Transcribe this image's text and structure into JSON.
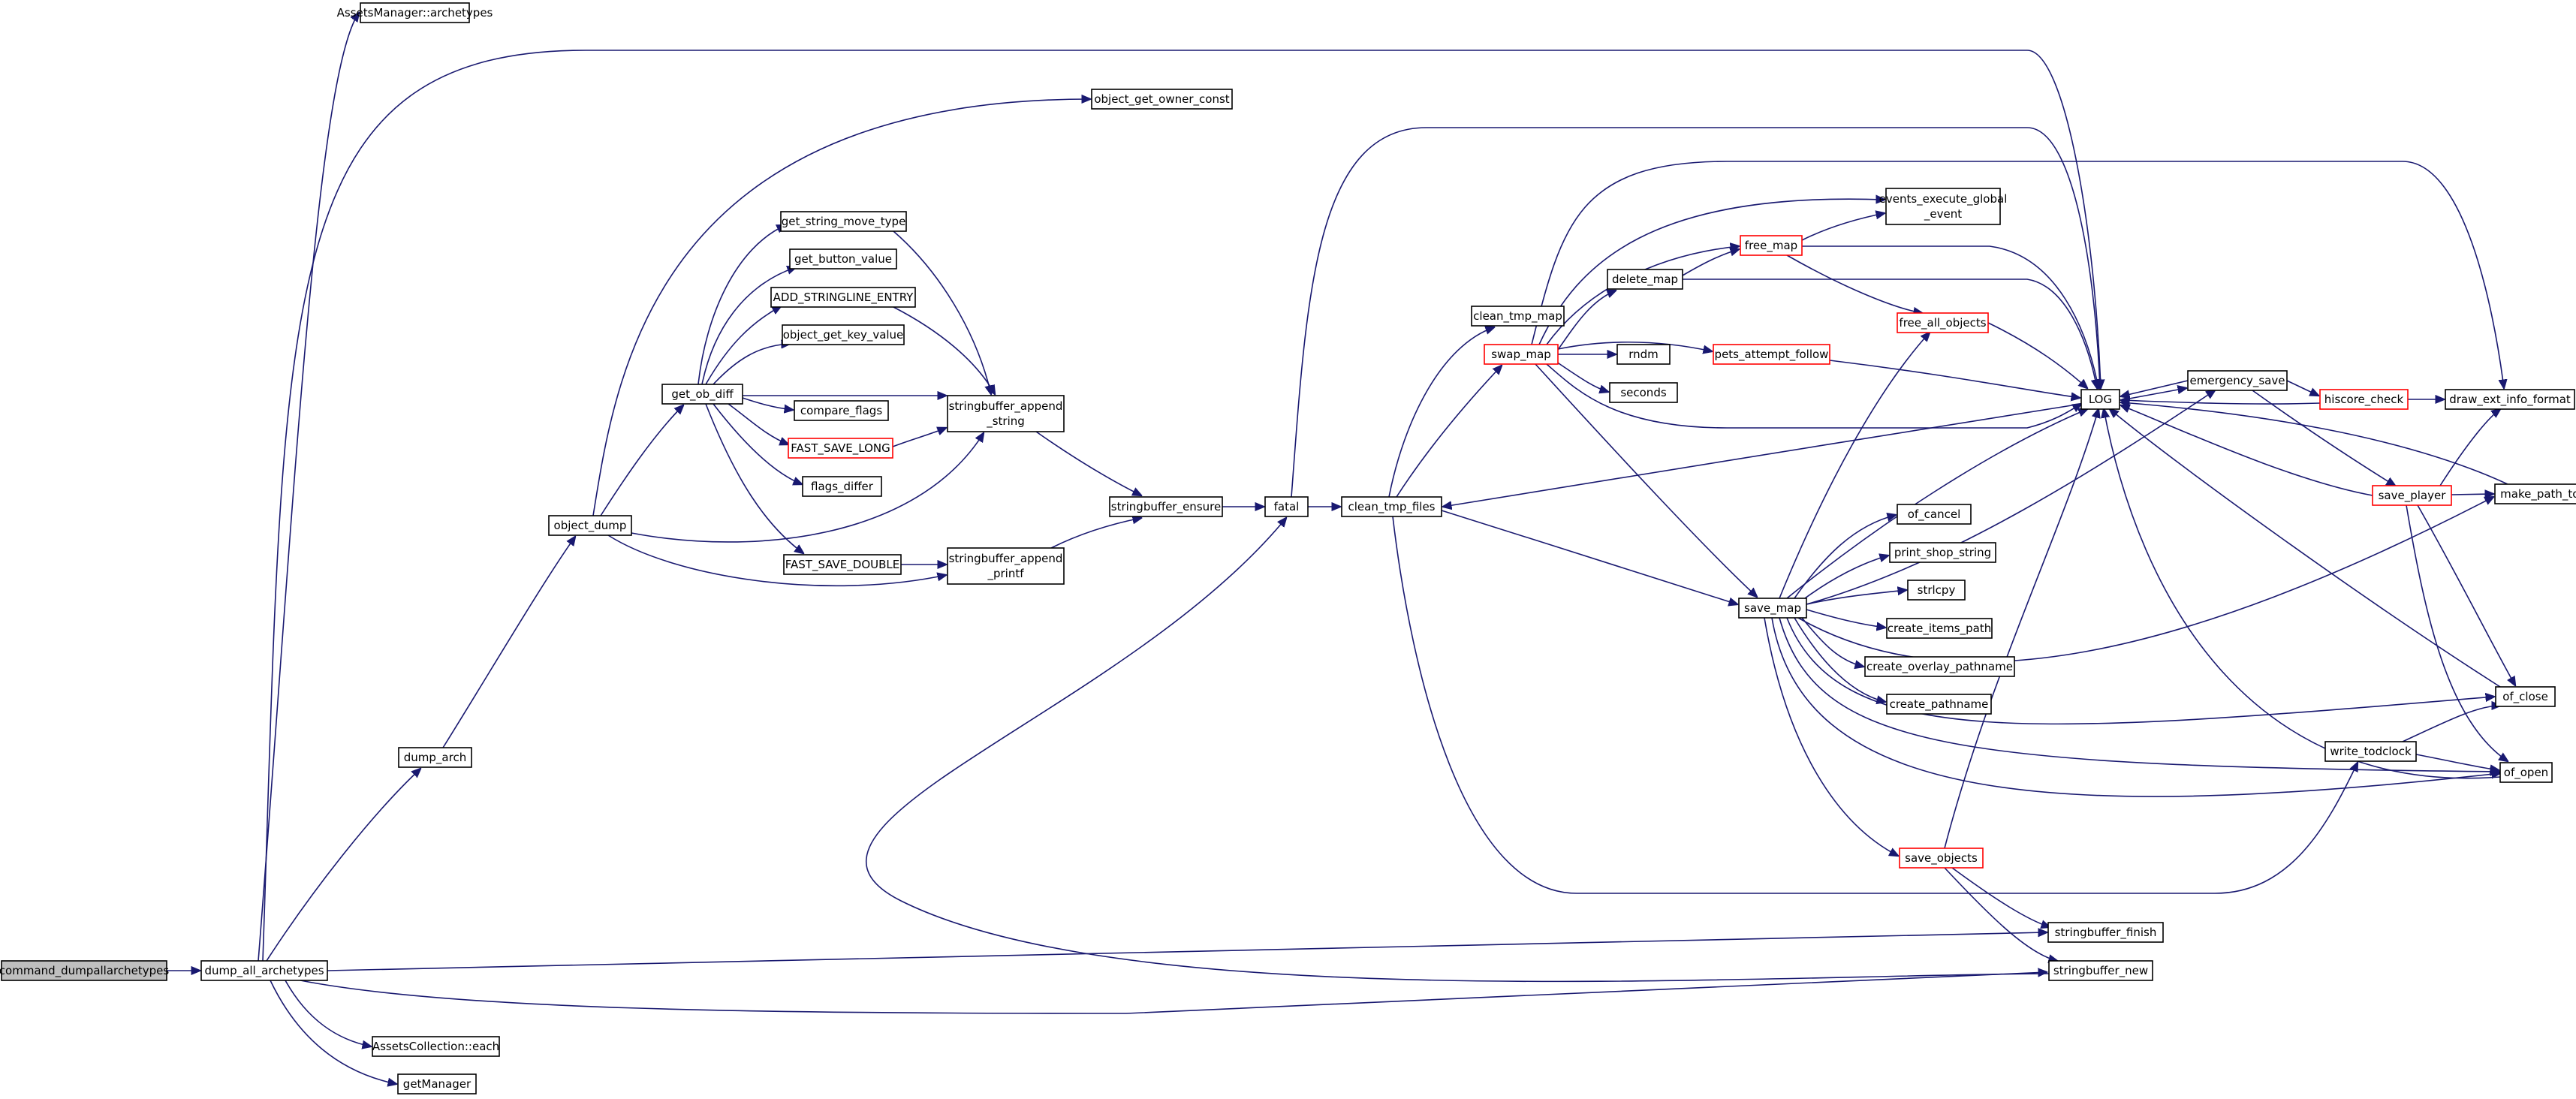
{
  "diagram": {
    "edge_color": "#191970",
    "truncated_border_color": "#ff0000",
    "root_fill": "#bfbfbf",
    "nodes": [
      {
        "id": "n_cmd",
        "label": "command_dumpallarchetypes",
        "root": true
      },
      {
        "id": "n_dump_all",
        "label": "dump_all_archetypes"
      },
      {
        "id": "n_assets_arch",
        "label": "AssetsManager::archetypes"
      },
      {
        "id": "n_dump_arch",
        "label": "dump_arch"
      },
      {
        "id": "n_object_dump",
        "label": "object_dump"
      },
      {
        "id": "n_owner_const",
        "label": "object_get_owner_const"
      },
      {
        "id": "n_get_ob_diff",
        "label": "get_ob_diff"
      },
      {
        "id": "n_get_string_move",
        "label": "get_string_move_type"
      },
      {
        "id": "n_get_button",
        "label": "get_button_value"
      },
      {
        "id": "n_add_stringline",
        "label": "ADD_STRINGLINE_ENTRY"
      },
      {
        "id": "n_get_key_value",
        "label": "object_get_key_value"
      },
      {
        "id": "n_compare_flags",
        "label": "compare_flags"
      },
      {
        "id": "n_fast_save_long",
        "label": "FAST_SAVE_LONG",
        "truncated": true
      },
      {
        "id": "n_flags_differ",
        "label": "flags_differ"
      },
      {
        "id": "n_fast_save_double",
        "label": "FAST_SAVE_DOUBLE"
      },
      {
        "id": "n_sb_append_string",
        "lines": [
          "stringbuffer_append",
          "_string"
        ]
      },
      {
        "id": "n_sb_append_printf",
        "lines": [
          "stringbuffer_append",
          "_printf"
        ]
      },
      {
        "id": "n_sb_ensure",
        "label": "stringbuffer_ensure"
      },
      {
        "id": "n_fatal",
        "label": "fatal"
      },
      {
        "id": "n_clean_tmp_files",
        "label": "clean_tmp_files"
      },
      {
        "id": "n_clean_tmp_map",
        "label": "clean_tmp_map"
      },
      {
        "id": "n_swap_map",
        "label": "swap_map",
        "truncated": true
      },
      {
        "id": "n_delete_map",
        "label": "delete_map"
      },
      {
        "id": "n_free_map",
        "label": "free_map",
        "truncated": true
      },
      {
        "id": "n_rndm",
        "label": "rndm"
      },
      {
        "id": "n_seconds",
        "label": "seconds"
      },
      {
        "id": "n_pets_follow",
        "label": "pets_attempt_follow",
        "truncated": true
      },
      {
        "id": "n_events",
        "lines": [
          "events_execute_global",
          "_event"
        ]
      },
      {
        "id": "n_free_all",
        "label": "free_all_objects",
        "truncated": true
      },
      {
        "id": "n_log",
        "label": "LOG"
      },
      {
        "id": "n_emergency",
        "label": "emergency_save"
      },
      {
        "id": "n_hiscore",
        "label": "hiscore_check",
        "truncated": true
      },
      {
        "id": "n_draw_ext",
        "label": "draw_ext_info_format"
      },
      {
        "id": "n_save_player",
        "label": "save_player",
        "truncated": true
      },
      {
        "id": "n_make_path",
        "label": "make_path_to_file"
      },
      {
        "id": "n_save_map",
        "label": "save_map"
      },
      {
        "id": "n_of_cancel",
        "label": "of_cancel"
      },
      {
        "id": "n_print_shop",
        "label": "print_shop_string"
      },
      {
        "id": "n_strlcpy",
        "label": "strlcpy"
      },
      {
        "id": "n_create_items",
        "label": "create_items_path"
      },
      {
        "id": "n_create_overlay",
        "label": "create_overlay_pathname"
      },
      {
        "id": "n_create_pathname",
        "label": "create_pathname"
      },
      {
        "id": "n_of_close",
        "label": "of_close"
      },
      {
        "id": "n_write_todclock",
        "label": "write_todclock"
      },
      {
        "id": "n_of_open",
        "label": "of_open"
      },
      {
        "id": "n_save_objects",
        "label": "save_objects",
        "truncated": true
      },
      {
        "id": "n_sb_finish",
        "label": "stringbuffer_finish"
      },
      {
        "id": "n_sb_new",
        "label": "stringbuffer_new"
      },
      {
        "id": "n_assets_each",
        "label": "AssetsCollection::each"
      },
      {
        "id": "n_get_manager",
        "label": "getManager"
      }
    ]
  }
}
